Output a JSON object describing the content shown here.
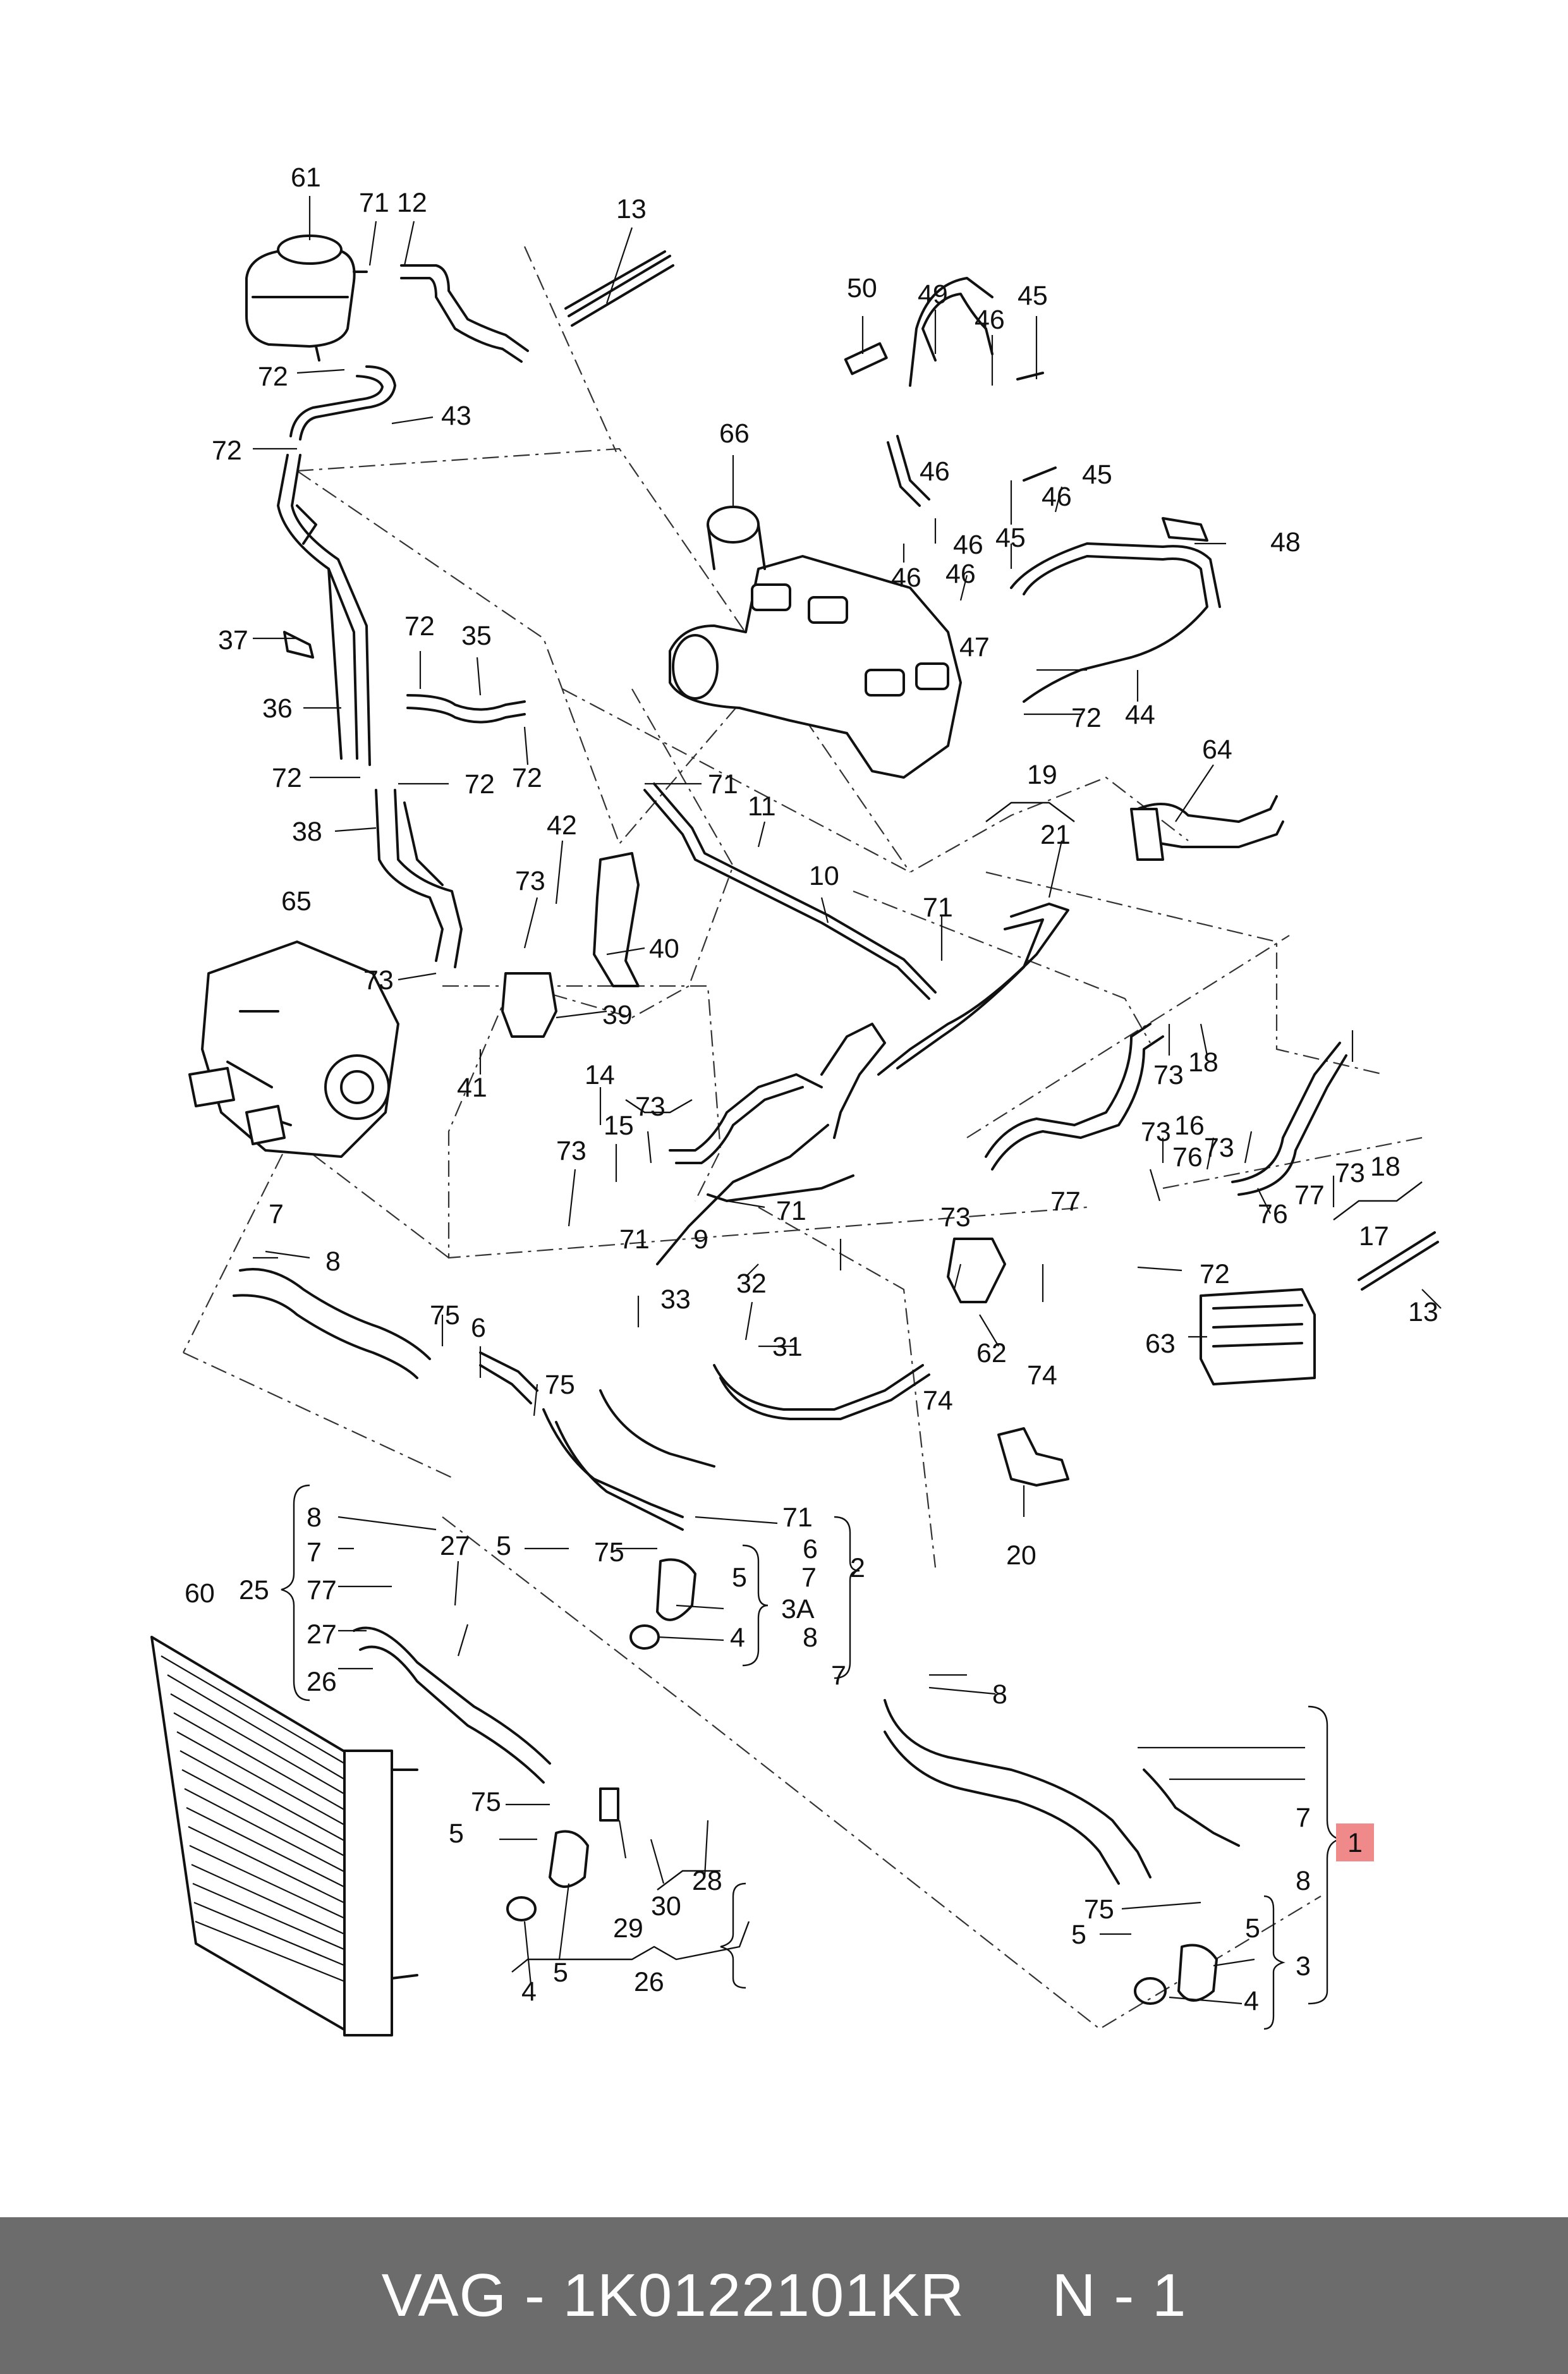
{
  "labels": {
    "p61": "61",
    "p71a": "71",
    "p12": "12",
    "p13a": "13",
    "p72a": "72",
    "p43": "43",
    "p72b": "72",
    "p37": "37",
    "p36": "36",
    "p72c": "72",
    "p35": "35",
    "p72d": "72",
    "p72e": "72",
    "p72f": "72",
    "p38": "38",
    "p42": "42",
    "p73a": "73",
    "p40": "40",
    "p65": "65",
    "p73b": "73",
    "p39": "39",
    "p41": "41",
    "p50": "50",
    "p49": "49",
    "p46a": "46",
    "p45a": "45",
    "p66": "66",
    "p46b": "46",
    "p45b": "45",
    "p46c": "46",
    "p46d": "46",
    "p45c": "45",
    "p48": "48",
    "p46e": "46",
    "p46f": "46",
    "p47": "47",
    "p72g": "72",
    "p44": "44",
    "p71b": "71",
    "p11": "11",
    "p10": "10",
    "p19": "19",
    "p21": "21",
    "p64": "64",
    "p71c": "71",
    "p14": "14",
    "p73c": "73",
    "p15": "15",
    "p73d": "73",
    "p73e": "73",
    "p18a": "18",
    "p73f": "73",
    "p16": "16",
    "p73g": "73",
    "p76a": "76",
    "p77a": "77",
    "p73h": "73",
    "p18b": "18",
    "p76b": "76",
    "p71d": "71",
    "p9": "9",
    "p17": "17",
    "p13b": "13",
    "p7a": "7",
    "p8a": "8",
    "p71e": "71",
    "p33": "33",
    "p32": "32",
    "p73i": "73",
    "p77b": "77",
    "p72h": "72",
    "p63": "63",
    "p75a": "75",
    "p6a": "6",
    "p75b": "75",
    "p31": "31",
    "p62": "62",
    "p74a": "74",
    "p74b": "74",
    "p20": "20",
    "p8b": "8",
    "p27a": "27",
    "p71f": "71",
    "p6b": "6",
    "p2": "2",
    "p7b": "7",
    "p5a": "5",
    "p75c": "75",
    "p5b": "5",
    "p7c": "7",
    "p3a": "3A",
    "p60": "60",
    "p25": "25",
    "p77c": "77",
    "p27b": "27",
    "p4a": "4",
    "p8c": "8",
    "p26a": "26",
    "p7d": "7",
    "p8d": "8",
    "p75d": "75",
    "p5c": "5",
    "p28": "28",
    "p29": "29",
    "p30": "30",
    "p4b": "4",
    "p5d": "5",
    "p26b": "26",
    "p7e": "7",
    "p1": "1",
    "p8e": "8",
    "p75e": "75",
    "p5e": "5",
    "p5f": "5",
    "p3b": "3",
    "p4c": "4"
  },
  "highlight_color": "#f08a8a",
  "footer": {
    "part_number_text": "VAG - 1K0122101KR",
    "quantity_text": "N - 1"
  }
}
